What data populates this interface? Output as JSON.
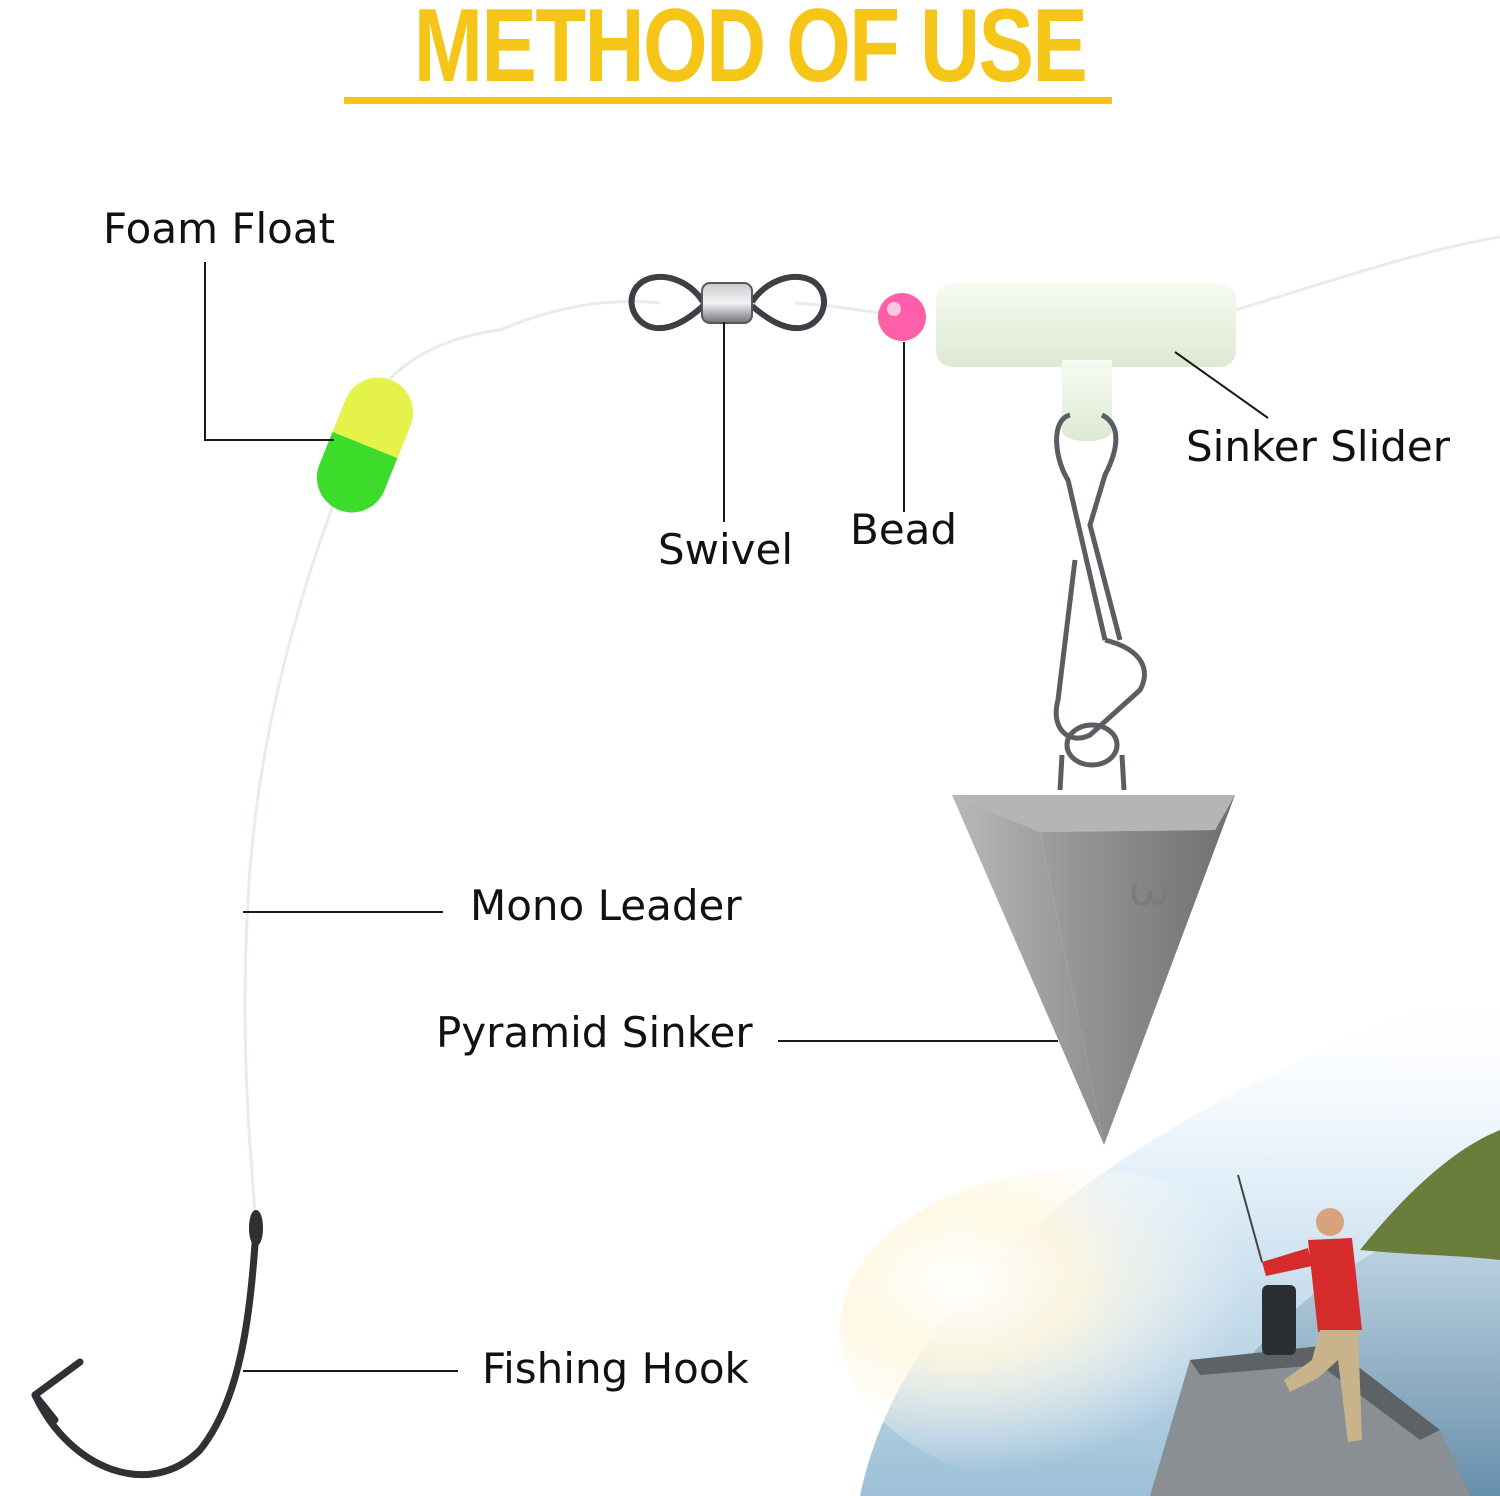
{
  "header": {
    "title": "METHOD OF USE"
  },
  "labels": {
    "foam_float": "Foam Float",
    "swivel": "Swivel",
    "bead": "Bead",
    "sinker_slider": "Sinker Slider",
    "mono_leader": "Mono Leader",
    "pyramid_sinker": "Pyramid Sinker",
    "fishing_hook": "Fishing Hook"
  },
  "sinker": {
    "mark": "3"
  },
  "colors": {
    "title": "#f5c518",
    "label_text": "#111111",
    "leader_line": "#1a1a1a",
    "float_top": "#e4f24a",
    "float_bottom": "#3ddc2a",
    "bead": "#ff5fa8",
    "slider": "#eef5e6",
    "sinker": "#9a9a9a",
    "metal": "#6d6f73",
    "sky": "#cfe6f5",
    "water": "#7fa9c4"
  }
}
